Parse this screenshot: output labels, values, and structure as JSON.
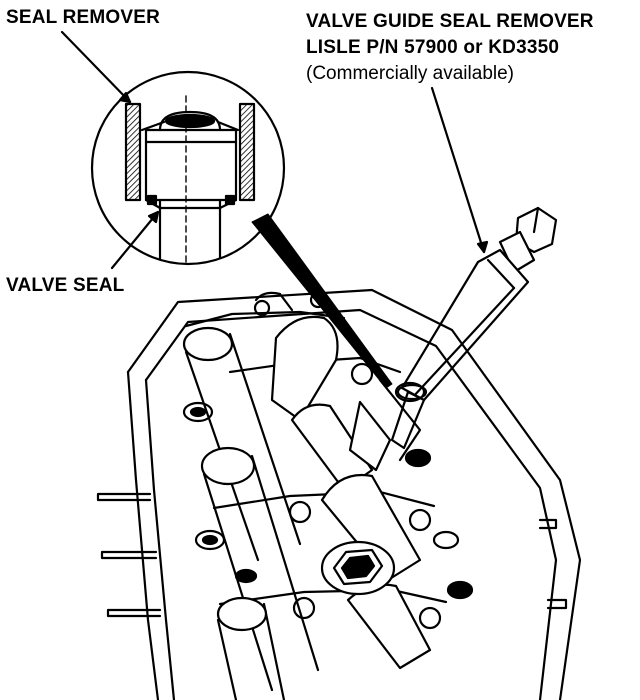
{
  "labels": {
    "seal_remover": "SEAL REMOVER",
    "valve_seal": "VALVE SEAL",
    "tool_name": "VALVE GUIDE SEAL REMOVER",
    "tool_part": "LISLE P/N 57900 or KD3350",
    "tool_note": "(Commercially available)"
  },
  "colors": {
    "ink": "#000000",
    "paper": "#ffffff"
  }
}
